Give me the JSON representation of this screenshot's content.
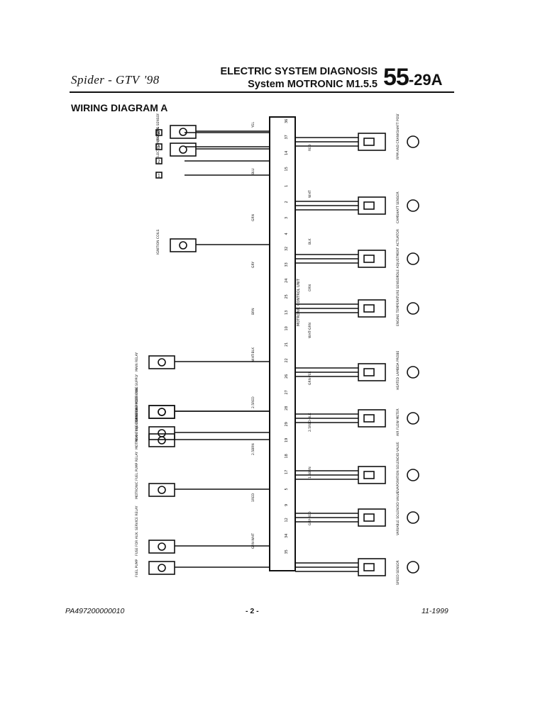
{
  "header": {
    "brand": "Spider - GTV",
    "year": "'98",
    "title_line1": "ELECTRIC SYSTEM DIAGNOSIS",
    "title_line2": "System MOTRONIC M1.5.5",
    "page_main": "55",
    "page_sub": "-29A"
  },
  "section_title": "WIRING DIAGRAM A",
  "footer": {
    "code": "PA497200000010",
    "page": "- 2 -",
    "date": "11-1999"
  },
  "diagram": {
    "left_components": [
      {
        "name": "PHASING SENSOR"
      },
      {
        "name": "ELECTROINJECTORS",
        "sub": [
          "4",
          "3",
          "2",
          "1"
        ]
      },
      {
        "name": "IGNITION COILS"
      },
      {
        "name": "MAIN RELAY"
      },
      {
        "name": "MAXI-FUSE BOX"
      },
      {
        "name": "LAMBDA PROBE FUSE"
      },
      {
        "name": "FUSE FOR MOTRONIC SUPPLY"
      },
      {
        "name": "MOTRONIC INJECTION FUSE"
      },
      {
        "name": "MOTRONIC FUEL PUMP RELAY"
      },
      {
        "name": "FUSE FOR AUX. SERVICE RELAY"
      },
      {
        "name": "FUEL PUMP"
      }
    ],
    "right_components": [
      {
        "name": "RPM AND CRANKSHAFT POSITION SENSOR"
      },
      {
        "name": "CAMSHAFT SENSOR"
      },
      {
        "name": "IDLE ADJUSTMENT ACTUATOR"
      },
      {
        "name": "ENGINE TEMPERATURE SENSOR"
      },
      {
        "name": "HEATED LAMBDA PROBE"
      },
      {
        "name": "AIR FLOW METER"
      },
      {
        "name": "EVAPORATION SOLENOID VALVE"
      },
      {
        "name": "VARIABLE SOLENOID VALVE"
      },
      {
        "name": "SPEED SENSOR"
      }
    ],
    "control_unit_label": "MOTRONIC CONTROL UNIT",
    "wire_labels": [
      "YEL",
      "RED",
      "BLU",
      "WHT",
      "GRN",
      "BLK",
      "GRY",
      "ORN",
      "BRN",
      "WHT-GRN",
      "WHT-BLK",
      "GRN-YEL",
      "2.5RED",
      "2.5RED-BLK",
      "2.5BRN",
      "1.5BRN",
      "1RED",
      "GRY-RED",
      "GRN-WHT"
    ],
    "pin_numbers": [
      "36",
      "37",
      "14",
      "15",
      "1",
      "2",
      "3",
      "4",
      "32",
      "33",
      "24",
      "25",
      "13",
      "10",
      "21",
      "22",
      "26",
      "27",
      "28",
      "29",
      "19",
      "18",
      "17",
      "5",
      "9",
      "12",
      "34",
      "35"
    ]
  }
}
